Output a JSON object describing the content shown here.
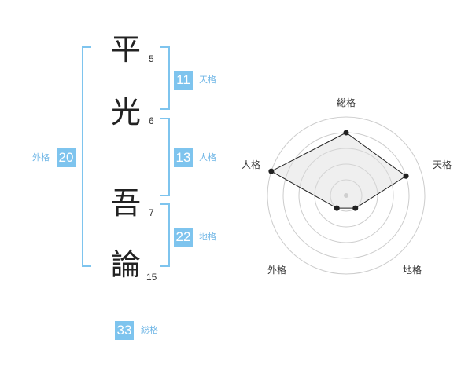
{
  "name": {
    "chars": [
      {
        "char": "平",
        "strokes": "5"
      },
      {
        "char": "光",
        "strokes": "6"
      },
      {
        "char": "吾",
        "strokes": "7"
      },
      {
        "char": "論",
        "strokes": "15"
      }
    ]
  },
  "kakusu": {
    "tenkaku": {
      "value": "11",
      "label": "天格"
    },
    "jinkaku": {
      "value": "13",
      "label": "人格"
    },
    "chikaku": {
      "value": "22",
      "label": "地格"
    },
    "gaikaku": {
      "value": "20",
      "label": "外格"
    },
    "soukaku": {
      "value": "33",
      "label": "総格"
    }
  },
  "colors": {
    "accent": "#7ec4ee",
    "grid": "#cccccc",
    "fill": "#ececec"
  },
  "chart_data": {
    "type": "radar",
    "axes": [
      "総格",
      "天格",
      "地格",
      "外格",
      "人格"
    ],
    "levels": 5,
    "values": [
      4,
      4,
      1,
      1,
      5
    ],
    "max": 5
  }
}
